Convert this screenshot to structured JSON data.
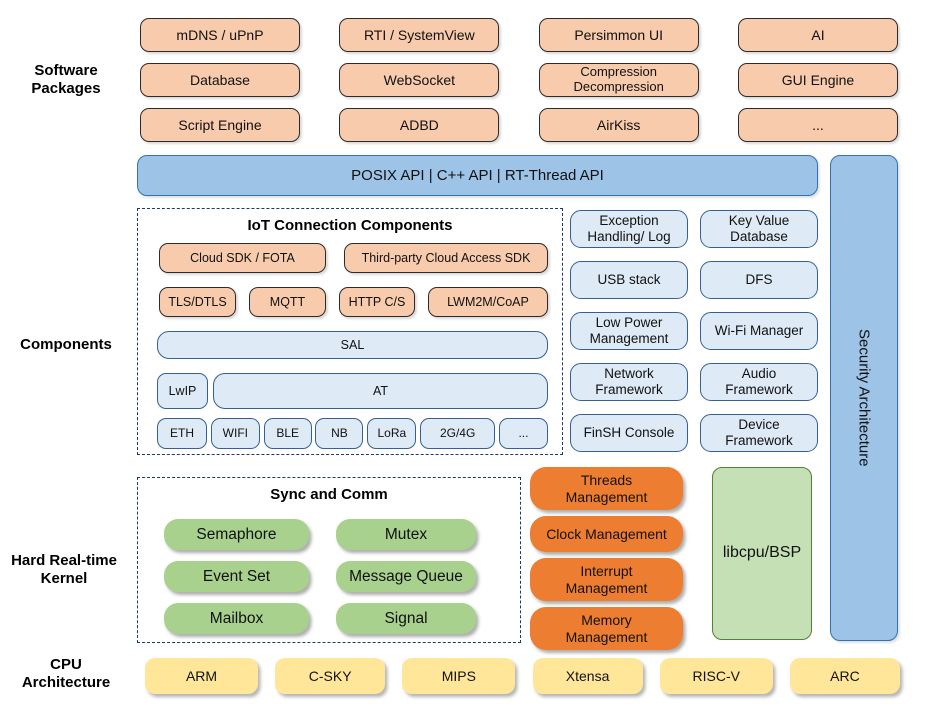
{
  "section_labels": {
    "software_packages": "Software\nPackages",
    "components": "Components",
    "kernel": "Hard Real-time\nKernel",
    "cpu": "CPU\nArchitecture"
  },
  "software_packages": {
    "items": [
      "mDNS / uPnP",
      "RTI / SystemView",
      "Persimmon UI",
      "AI",
      "Database",
      "WebSocket",
      "Compression\nDecompression",
      "GUI Engine",
      "Script Engine",
      "ADBD",
      "AirKiss",
      "..."
    ]
  },
  "api_bar": {
    "label": "POSIX API  |  C++ API  |  RT-Thread API"
  },
  "security_bar": {
    "label": "Security Architecture"
  },
  "iot": {
    "title": "IoT Connection Components",
    "cloud_row": [
      "Cloud SDK / FOTA",
      "Third-party Cloud Access SDK"
    ],
    "protocol_row": [
      "TLS/DTLS",
      "MQTT",
      "HTTP C/S",
      "LWM2M/CoAP"
    ],
    "sal": "SAL",
    "lwip": "LwIP",
    "at": "AT",
    "link_row": [
      "ETH",
      "WIFI",
      "BLE",
      "NB",
      "LoRa",
      "2G/4G",
      "..."
    ]
  },
  "components_right": {
    "items": [
      "Exception\nHandling/ Log",
      "Key Value\nDatabase",
      "USB stack",
      "DFS",
      "Low Power\nManagement",
      "Wi-Fi Manager",
      "Network\nFramework",
      "Audio\nFramework",
      "FinSH Console",
      "Device\nFramework"
    ]
  },
  "kernel": {
    "sync_title": "Sync and Comm",
    "sync_items": [
      "Semaphore",
      "Mutex",
      "Event Set",
      "Message Queue",
      "Mailbox",
      "Signal"
    ],
    "mgmt_items": [
      "Threads\nManagement",
      "Clock Management",
      "Interrupt\nManagement",
      "Memory\nManagement"
    ],
    "libcpu": "libcpu/BSP"
  },
  "cpu": {
    "items": [
      "ARM",
      "C-SKY",
      "MIPS",
      "Xtensa",
      "RISC-V",
      "ARC"
    ]
  },
  "colors": {
    "package_fill": "#F8CBAD",
    "api_fill": "#9DC3E6",
    "api_border": "#2E74B5",
    "component_fill": "#DEEAF6",
    "component_border": "#366092",
    "dash_border": "#1F3864",
    "kernel_green": "#A9D18E",
    "mgmt_orange": "#ED7D31",
    "libcpu_fill": "#C5E0B4",
    "libcpu_border": "#538135",
    "cpu_yellow": "#FFE699"
  }
}
